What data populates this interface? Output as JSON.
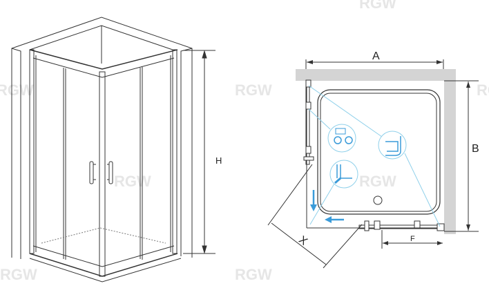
{
  "watermark": "RGW",
  "left_view": {
    "dimension_height_label": "H"
  },
  "plan_view": {
    "dimension_width_label": "A",
    "dimension_depth_label": "B",
    "dimension_opening_label": "X",
    "dimension_door_label": "F"
  },
  "colors": {
    "line": "#333333",
    "wall": "#d4d4d4",
    "accent": "#3a9bd9",
    "callout_line": "#8fd0ea"
  }
}
